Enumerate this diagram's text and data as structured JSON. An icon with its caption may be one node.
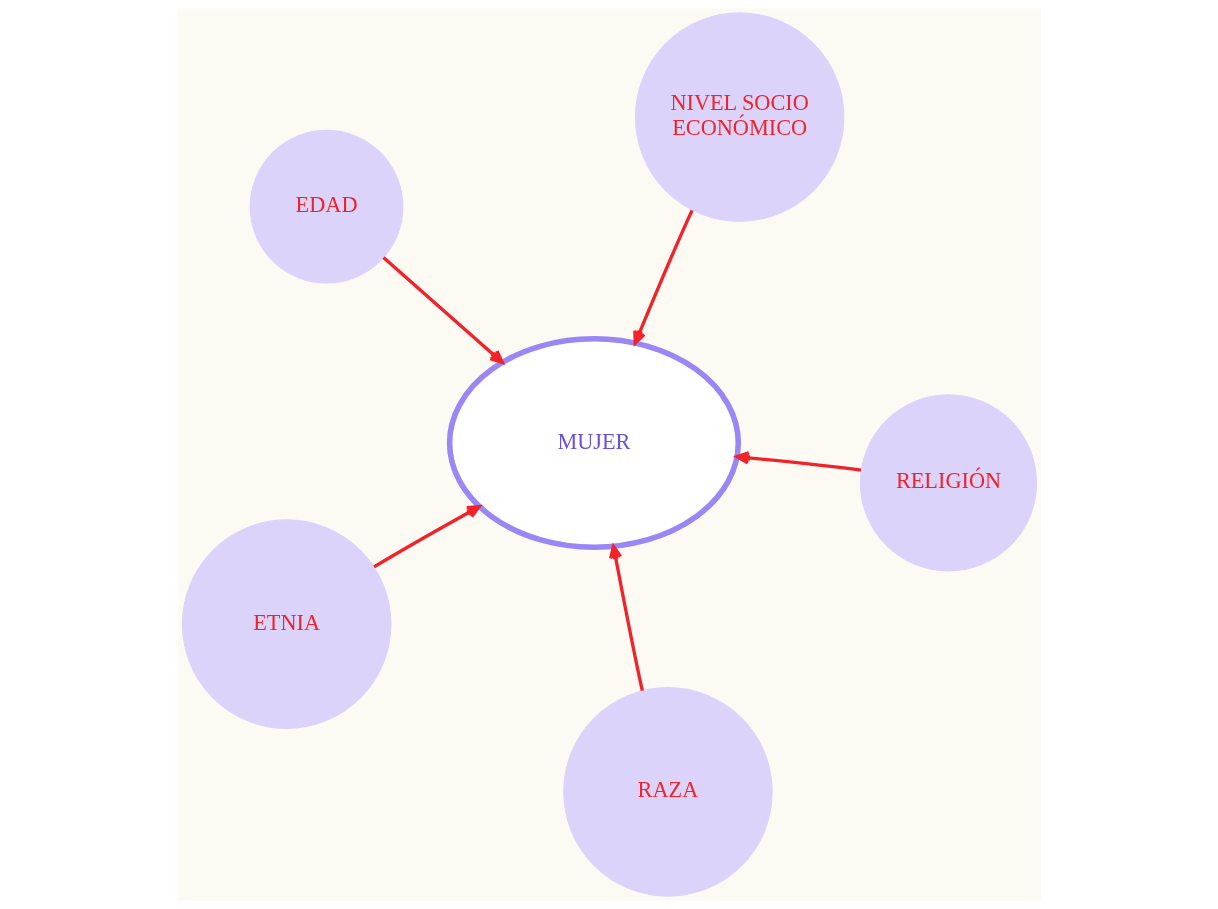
{
  "diagram": {
    "nodes": [
      {
        "text": [
          "EDAD"
        ]
      },
      {
        "text": [
          "RELIGIÓN"
        ]
      },
      {
        "text": [
          "RAZA"
        ]
      },
      {
        "text": [
          "MUJER"
        ]
      },
      {
        "text": [
          "NIVEL SOCIO ECONÓMICO"
        ]
      },
      {
        "text": [
          "ETNIA"
        ]
      }
    ],
    "edges": [
      {
        "from": 0,
        "to": 3,
        "arrow": "to"
      },
      {
        "from": 1,
        "to": 3,
        "arrow": "to"
      },
      {
        "from": 2,
        "to": 3,
        "arrow": "to"
      },
      {
        "from": 4,
        "to": 3,
        "arrow": "to"
      },
      {
        "from": 5,
        "to": 3,
        "arrow": "to"
      }
    ]
  }
}
